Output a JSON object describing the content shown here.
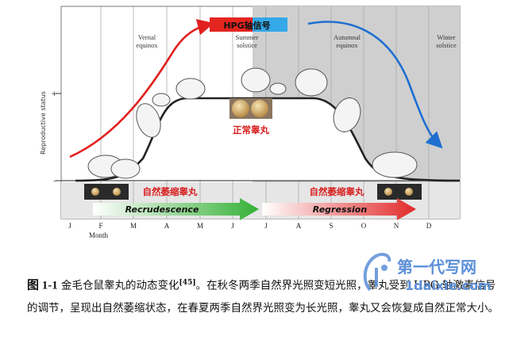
{
  "figure": {
    "badge": "HPG轴信号",
    "ylabel": "Reproductive status",
    "seasons": [
      {
        "line1": "Vernal",
        "line2": "equinox"
      },
      {
        "line1": "Summer",
        "line2": "solstice"
      },
      {
        "line1": "Autumnal",
        "line2": "equinox"
      },
      {
        "line1": "Winter",
        "line2": "solstice"
      }
    ],
    "months": [
      "J",
      "F",
      "M",
      "A",
      "M",
      "J",
      "J",
      "A",
      "S",
      "O",
      "N",
      "D"
    ],
    "xlabel": "Month",
    "labels": {
      "normal_testis": "正常睾丸",
      "atrophy_left": "自然萎缩睾丸",
      "atrophy_right": "自然萎缩睾丸"
    },
    "arrows": {
      "recrudescence": "Recrudescence",
      "regression": "Regression"
    },
    "colors": {
      "rising_signal": "#e0201e",
      "falling_signal": "#1e6fd0",
      "label_red": "#d81e1e",
      "badge_red": "#e52520",
      "badge_blue": "#35a8e8",
      "shade": "#cfcfcf"
    }
  },
  "caption": {
    "fig_num": "图 1-1",
    "text_a": "金毛仓鼠睾丸的动态变化",
    "ref": "[45]",
    "text_b": "。在秋冬两季自然界光照变短光照，睾丸受到 HPG 轴激素信号的调节，呈现出自然萎缩状态，在春夏两季自然界光照变为长光照，睾丸又会恢复成自然正常大小。"
  },
  "watermark": {
    "text_cn": "第一代写网",
    "text_en": "1daixie.com"
  }
}
